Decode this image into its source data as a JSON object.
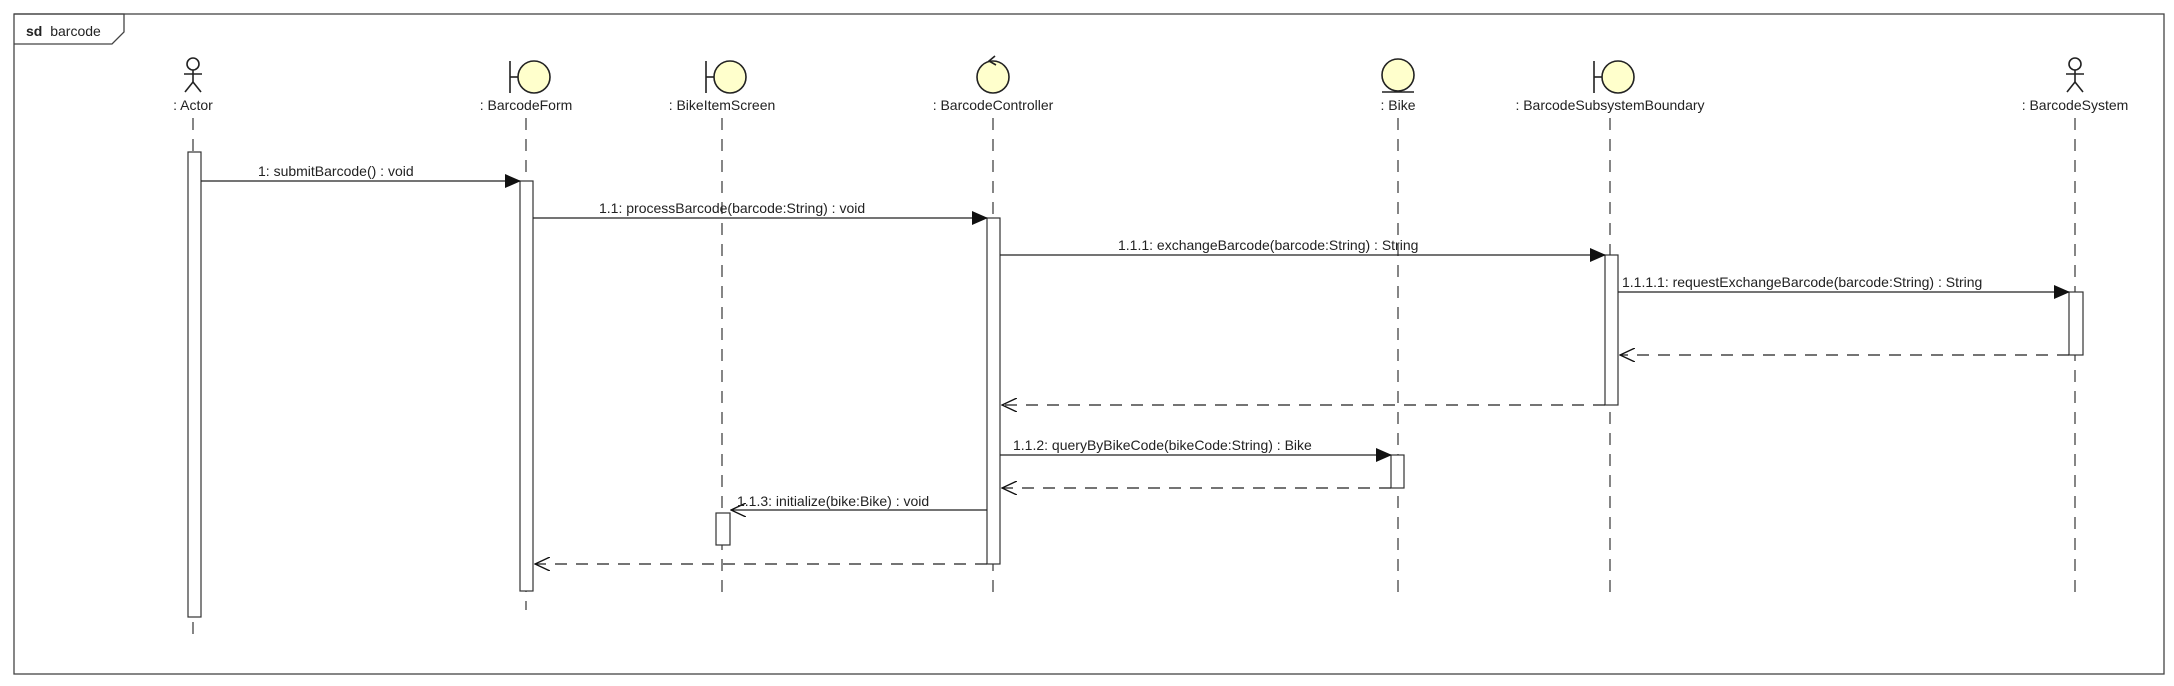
{
  "frame": {
    "keyword": "sd",
    "name": "barcode"
  },
  "lifelines": [
    {
      "id": "actor",
      "name": ": Actor",
      "kind": "actor"
    },
    {
      "id": "form",
      "name": ": BarcodeForm",
      "kind": "boundary"
    },
    {
      "id": "screen",
      "name": ": BikeItemScreen",
      "kind": "boundary"
    },
    {
      "id": "controller",
      "name": ": BarcodeController",
      "kind": "control"
    },
    {
      "id": "bike",
      "name": ": Bike",
      "kind": "entity"
    },
    {
      "id": "subsystem",
      "name": ": BarcodeSubsystemBoundary",
      "kind": "boundary"
    },
    {
      "id": "system",
      "name": ": BarcodeSystem",
      "kind": "actor"
    }
  ],
  "messages": [
    {
      "label": "1: submitBarcode() : void",
      "from": "actor",
      "to": "form",
      "type": "call"
    },
    {
      "label": "1.1: processBarcode(barcode:String) : void",
      "from": "form",
      "to": "controller",
      "type": "call"
    },
    {
      "label": "1.1.1: exchangeBarcode(barcode:String) : String",
      "from": "controller",
      "to": "subsystem",
      "type": "call"
    },
    {
      "label": "1.1.1.1: requestExchangeBarcode(barcode:String) : String",
      "from": "subsystem",
      "to": "system",
      "type": "call"
    },
    {
      "label": "",
      "from": "system",
      "to": "subsystem",
      "type": "return"
    },
    {
      "label": "",
      "from": "subsystem",
      "to": "controller",
      "type": "return"
    },
    {
      "label": "1.1.2: queryByBikeCode(bikeCode:String) : Bike",
      "from": "controller",
      "to": "bike",
      "type": "call"
    },
    {
      "label": "",
      "from": "bike",
      "to": "controller",
      "type": "return"
    },
    {
      "label": "1.1.3: initialize(bike:Bike) : void",
      "from": "controller",
      "to": "screen",
      "type": "call"
    },
    {
      "label": "",
      "from": "controller",
      "to": "form",
      "type": "return"
    }
  ]
}
